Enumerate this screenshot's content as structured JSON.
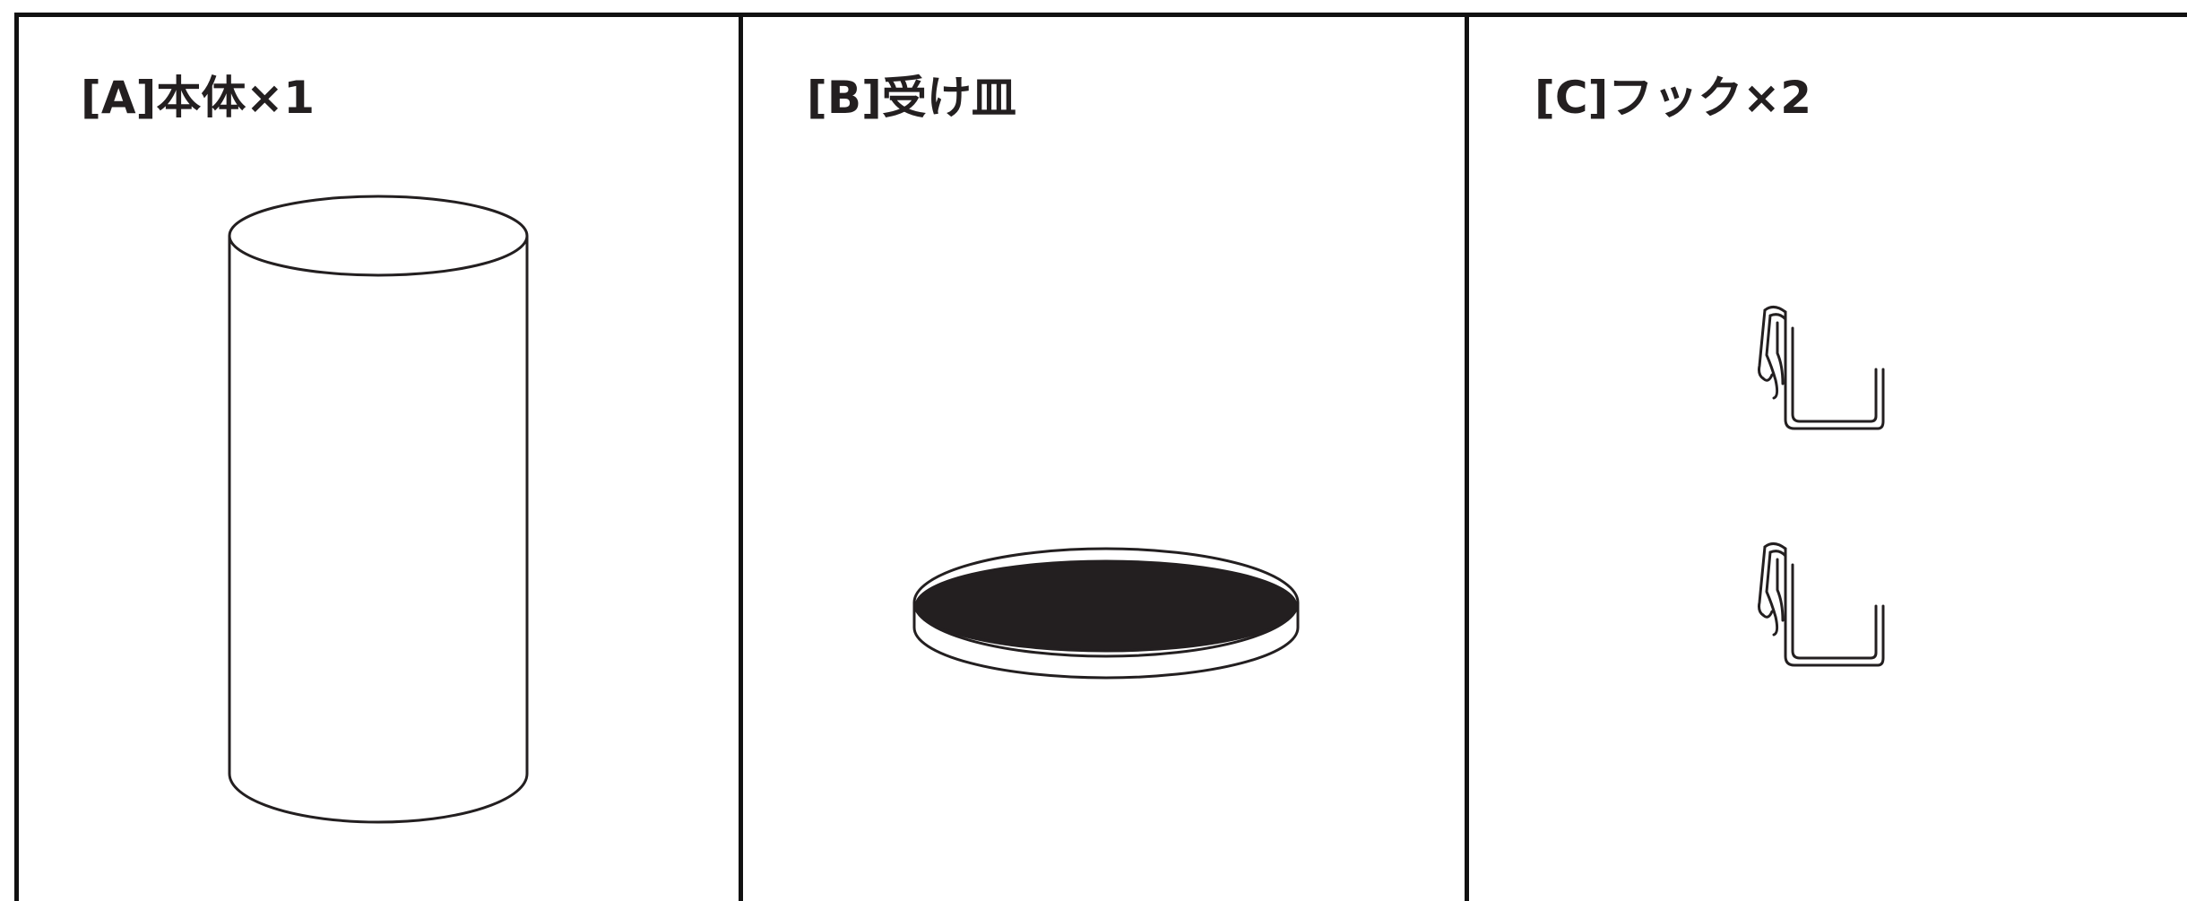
{
  "panels": [
    {
      "label": "[A]本体×1",
      "icon": "cylinder-icon"
    },
    {
      "label": "[B]受け皿",
      "icon": "saucer-icon"
    },
    {
      "label": "[C]フック×2",
      "icon": "hook-icon"
    }
  ],
  "colors": {
    "line": "#231f20",
    "border": "#111111",
    "background": "#ffffff"
  }
}
